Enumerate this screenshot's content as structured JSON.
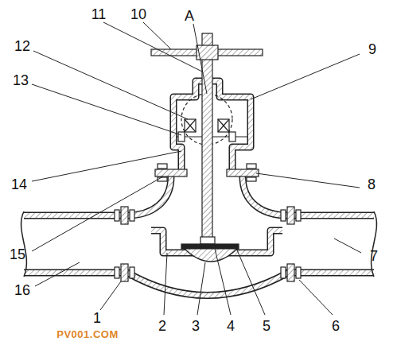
{
  "diagram": {
    "labels": [
      "11",
      "10",
      "A",
      "12",
      "9",
      "13",
      "14",
      "8",
      "15",
      "7",
      "16",
      "1",
      "PV001.COM",
      "2",
      "3",
      "4",
      "5",
      "6"
    ]
  }
}
